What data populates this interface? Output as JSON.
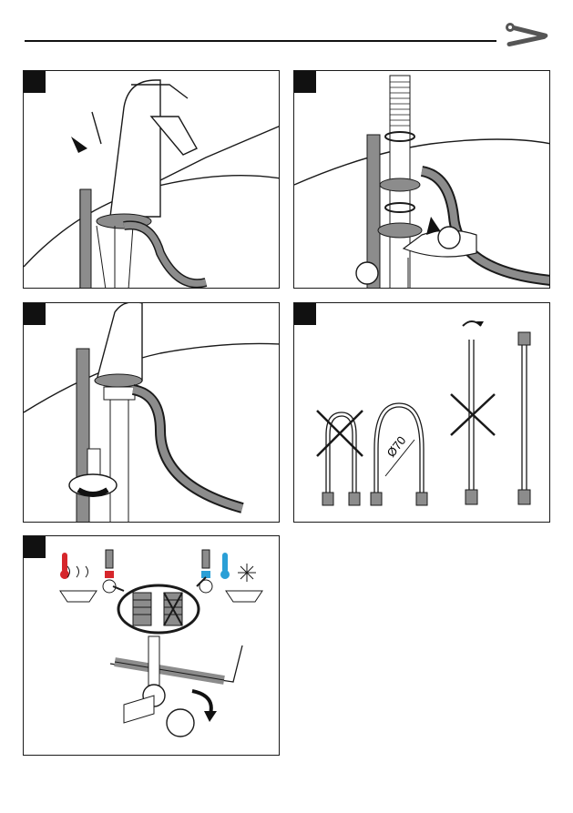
{
  "header": {
    "icon": "wrench-screwdriver-icon"
  },
  "panels": [
    {
      "name": "panel-1",
      "step_icon": "step-marker"
    },
    {
      "name": "panel-2",
      "step_icon": "step-marker"
    },
    {
      "name": "panel-3",
      "step_icon": "step-marker"
    },
    {
      "name": "panel-4",
      "step_icon": "step-marker",
      "dimension_label": "Ø70"
    },
    {
      "name": "panel-5",
      "step_icon": "step-marker",
      "hot_icon": "thermometer-hot-icon",
      "cold_icon": "thermometer-cold-icon"
    }
  ],
  "colors": {
    "hot": "#d6262b",
    "cold": "#2a9fd6",
    "gasket": "#8c8c8c",
    "line": "#1a1a1a"
  }
}
